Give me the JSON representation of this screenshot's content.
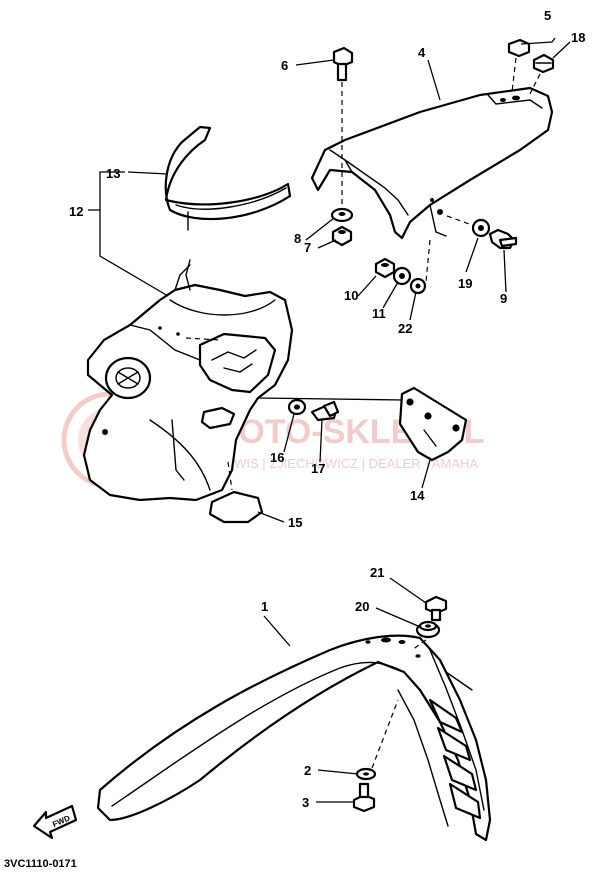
{
  "diagram": {
    "code": "3VC1110-0171",
    "direction_label": "FWD",
    "watermark": {
      "brand": "MOTO-SKLEP.PL",
      "tagline": "DOJAZD | SERWIS | ZJIECHOWICZ | DEALER YAMAHA"
    },
    "callouts": [
      "1",
      "2",
      "3",
      "4",
      "5",
      "6",
      "7",
      "8",
      "9",
      "10",
      "11",
      "12",
      "13",
      "14",
      "15",
      "16",
      "17",
      "18",
      "19",
      "20",
      "21",
      "22"
    ]
  }
}
